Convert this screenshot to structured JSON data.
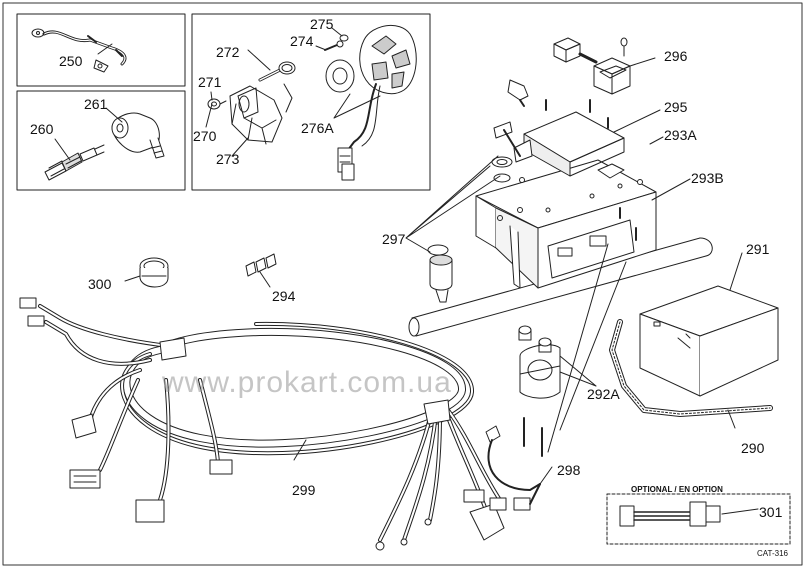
{
  "watermark": "www.prokart.com.ua",
  "optional_label": "OPTIONAL / EN OPTION",
  "catalog_code": "CAT-316",
  "labels": {
    "p250": "250",
    "p260": "260",
    "p261": "261",
    "p270": "270",
    "p271": "271",
    "p272": "272",
    "p273": "273",
    "p274": "274",
    "p275": "275",
    "p276A": "276A",
    "p290": "290",
    "p291": "291",
    "p292A": "292A",
    "p293A": "293A",
    "p293B": "293B",
    "p294": "294",
    "p295": "295",
    "p296": "296",
    "p297": "297",
    "p298": "298",
    "p299": "299",
    "p300": "300",
    "p301": "301"
  }
}
